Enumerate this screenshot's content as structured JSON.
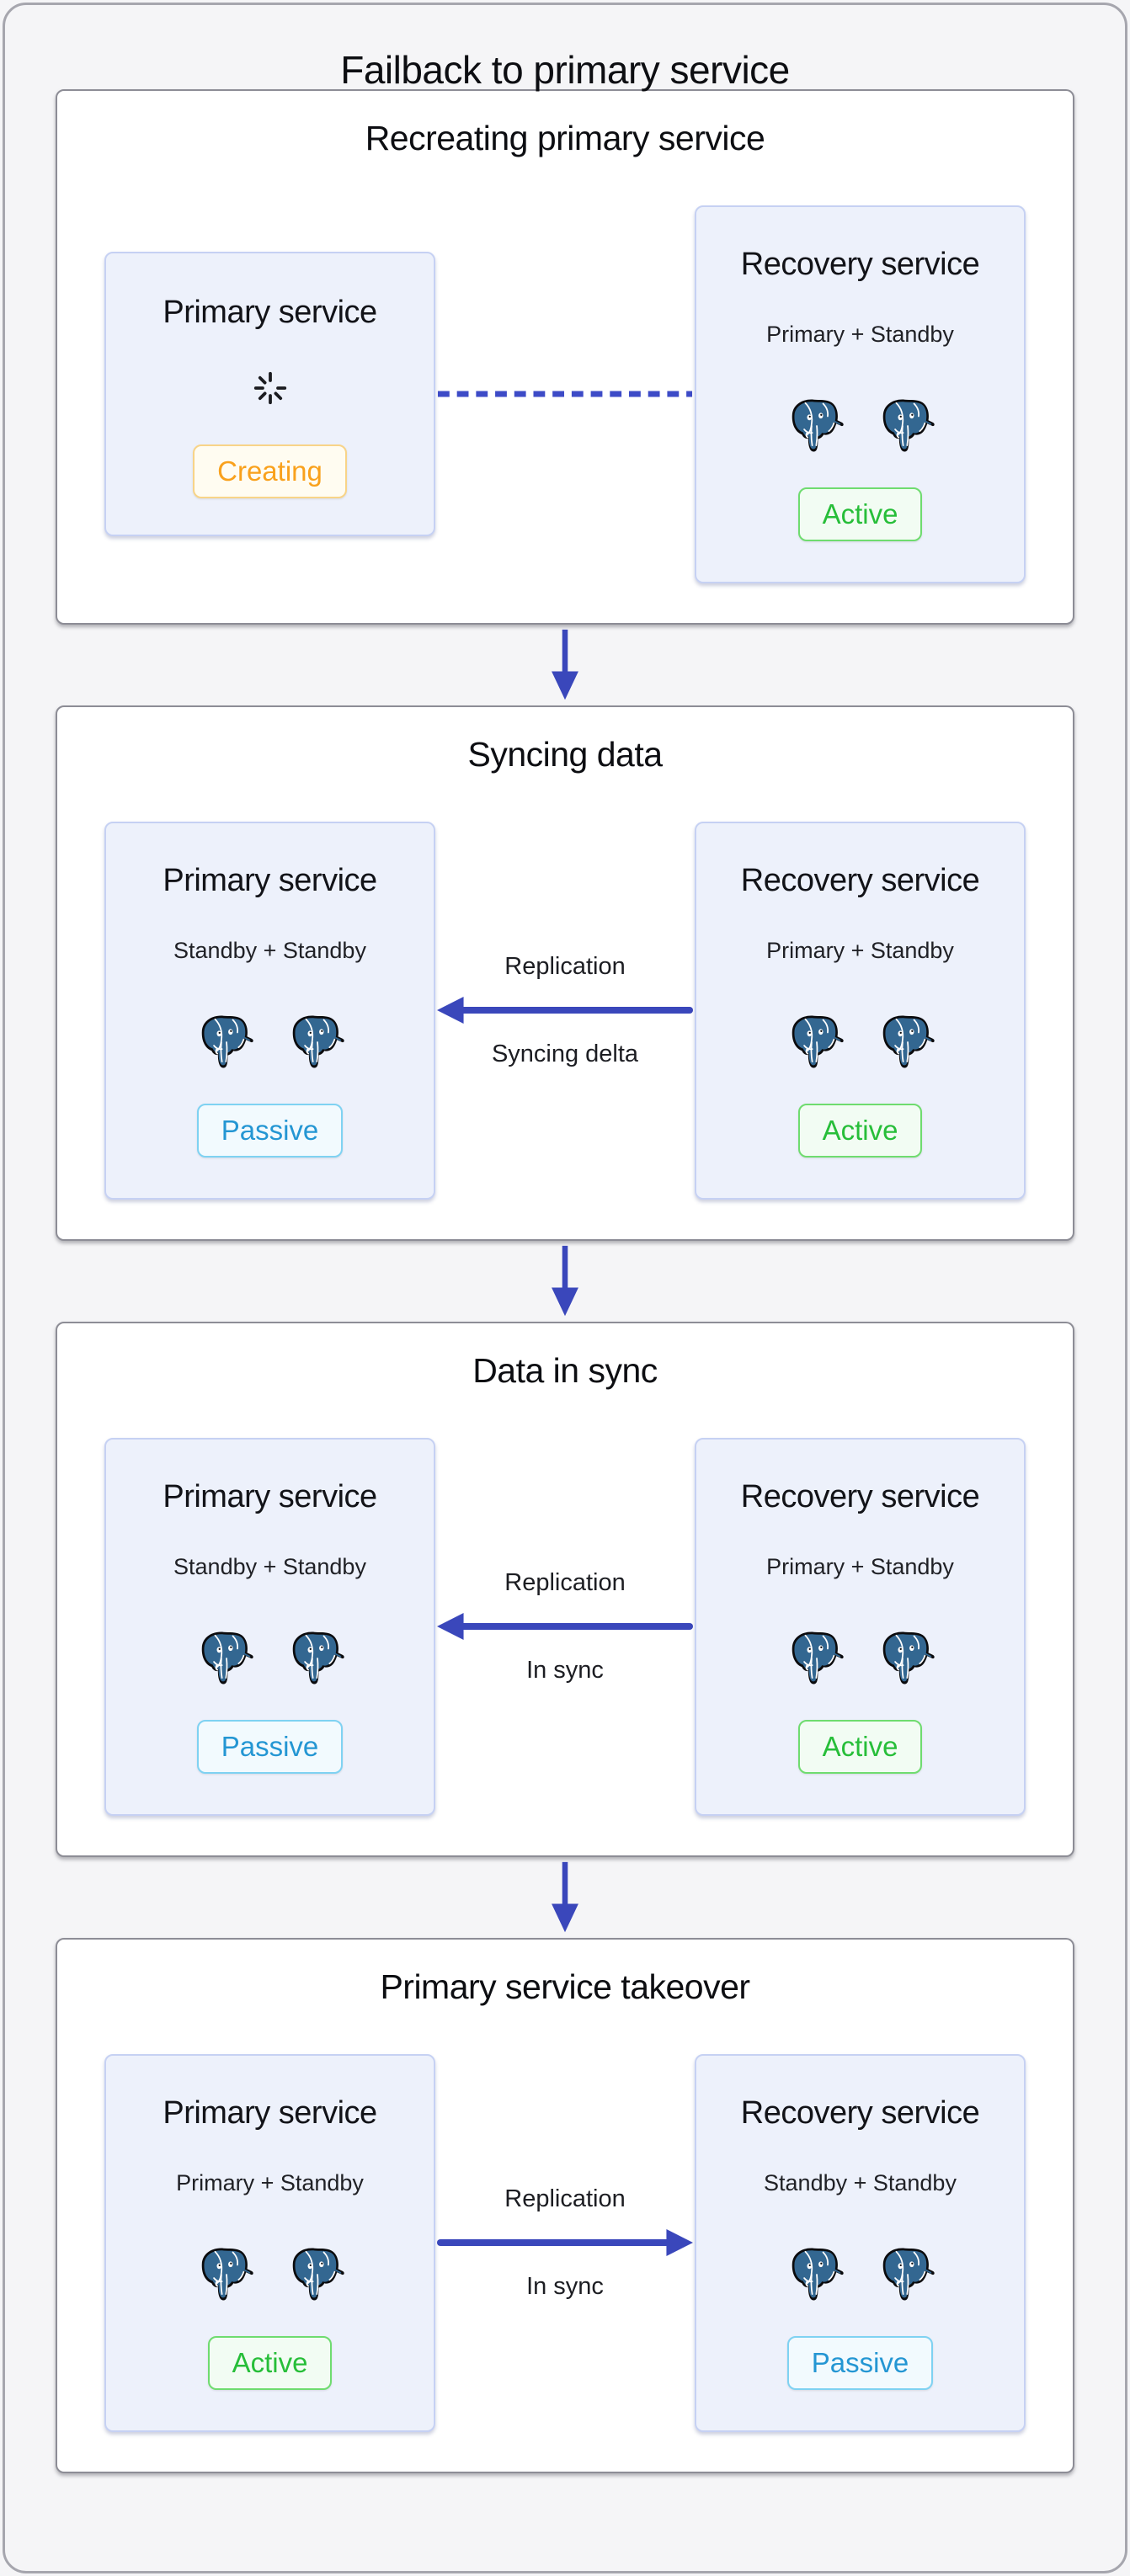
{
  "page": {
    "title": "Failback to primary service"
  },
  "sections": [
    {
      "heading": "Recreating primary service",
      "left": {
        "title": "Primary service",
        "status": "Creating"
      },
      "connector": {
        "type": "dashed"
      },
      "right": {
        "title": "Recovery service",
        "subtitle": "Primary + Standby",
        "status": "Active"
      }
    },
    {
      "heading": "Syncing data",
      "left": {
        "title": "Primary service",
        "subtitle": "Standby + Standby",
        "status": "Passive"
      },
      "connector": {
        "type": "arrow-left",
        "label_top": "Replication",
        "label_bottom": "Syncing delta"
      },
      "right": {
        "title": "Recovery service",
        "subtitle": "Primary + Standby",
        "status": "Active"
      }
    },
    {
      "heading": "Data in sync",
      "left": {
        "title": "Primary service",
        "subtitle": "Standby + Standby",
        "status": "Passive"
      },
      "connector": {
        "type": "arrow-left",
        "label_top": "Replication",
        "label_bottom": "In sync"
      },
      "right": {
        "title": "Recovery service",
        "subtitle": "Primary + Standby",
        "status": "Active"
      }
    },
    {
      "heading": "Primary service takeover",
      "left": {
        "title": "Primary service",
        "subtitle": "Primary + Standby",
        "status": "Active"
      },
      "connector": {
        "type": "arrow-right",
        "label_top": "Replication",
        "label_bottom": "In sync"
      },
      "right": {
        "title": "Recovery service",
        "subtitle": "Standby + Standby",
        "status": "Passive"
      }
    }
  ],
  "icons": {
    "database": "postgresql-elephant-icon",
    "loading": "spinner-icon",
    "flow": "down-arrow-icon",
    "replication_left": "left-arrow-icon",
    "replication_right": "right-arrow-icon",
    "pending_link": "dashed-line-icon"
  },
  "colors": {
    "page_background": "#F5F5F7",
    "section_background": "#FFFFFF",
    "section_border": "#8D8D96",
    "card_background": "#EDF1FB",
    "card_border": "#C6D1F3",
    "arrow_blue": "#3A47BB",
    "dash_blue": "#3D4BC7",
    "status_creating": "#F9A11C",
    "status_active": "#27BE39",
    "status_passive": "#2496D3",
    "elephant_blue": "#336791"
  }
}
